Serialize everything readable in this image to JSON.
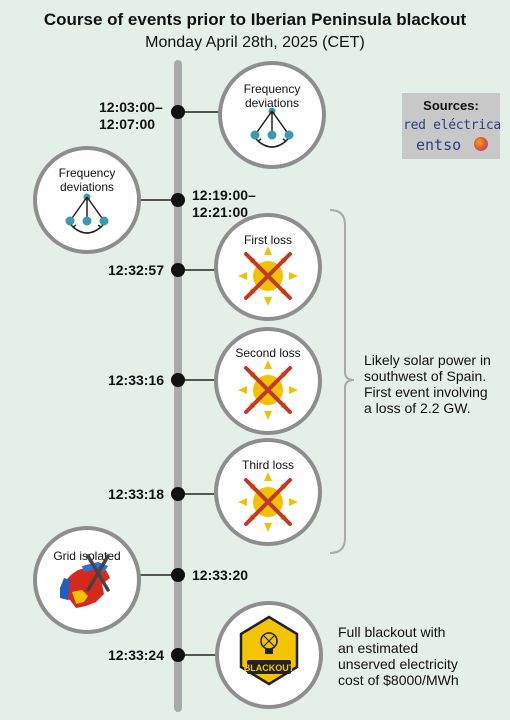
{
  "title": "Course of events prior to Iberian Peninsula blackout",
  "subtitle": "Monday April 28th, 2025 (CET)",
  "sources": {
    "heading": "Sources:",
    "ree": "red eléctrica",
    "entsoe": "entso"
  },
  "events": [
    {
      "time_line1": "12:03:00–",
      "time_line2": "12:07:00",
      "circle_line1": "Frequency",
      "circle_line2": "deviations",
      "icon": "frequency-network-icon"
    },
    {
      "time_line1": "12:19:00–",
      "time_line2": "12:21:00",
      "circle_line1": "Frequency",
      "circle_line2": "deviations",
      "icon": "frequency-network-icon"
    },
    {
      "time": "12:32:57",
      "circle_label": "First loss",
      "icon": "crossed-sun-icon"
    },
    {
      "time": "12:33:16",
      "circle_label": "Second loss",
      "icon": "crossed-sun-icon"
    },
    {
      "time": "12:33:18",
      "circle_label": "Third loss",
      "icon": "crossed-sun-icon"
    },
    {
      "time": "12:33:20",
      "circle_label": "Grid isolated",
      "icon": "iberia-map-icon"
    },
    {
      "time": "12:33:24",
      "badge": "BLACKOUT",
      "icon": "blackout-sign-icon"
    }
  ],
  "solar_note": [
    "Likely solar power in",
    "southwest of Spain.",
    "First event involving",
    "a loss of 2.2 GW."
  ],
  "blackout_note": [
    "Full blackout with",
    "an estimated",
    "unserved electricity",
    "cost of $8000/MWh"
  ],
  "colors": {
    "background": "#e4efe8",
    "timeline": "#a9a9a9",
    "teal": "#3a9ab0",
    "sun": "#f2c200",
    "cross": "#c0392b",
    "sign": "#f5c400"
  }
}
